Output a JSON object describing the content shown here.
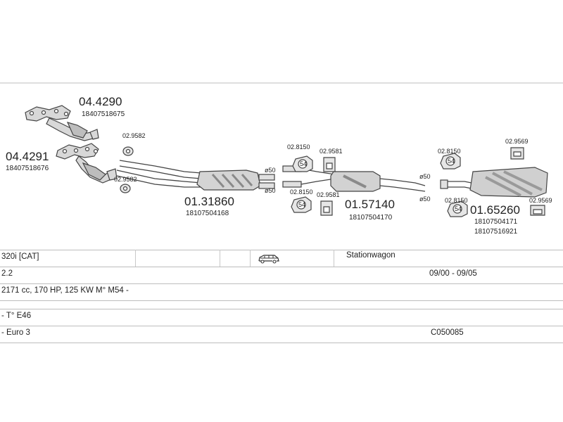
{
  "diagram": {
    "parts": [
      {
        "number": "04.4290",
        "oe": "18407518675"
      },
      {
        "number": "04.4291",
        "oe": "18407518676"
      },
      {
        "number": "01.31860",
        "oe": "18107504168"
      },
      {
        "number": "01.57140",
        "oe": "18107504170"
      },
      {
        "number": "01.65260",
        "oe": "18107504171",
        "oe2": "18107516921"
      }
    ],
    "fittings": [
      "02.9582",
      "02.9582",
      "02.8150",
      "02.9581",
      "02.8150",
      "02.9581",
      "02.8150",
      "02.9569",
      "02.8150",
      "02.9569"
    ],
    "diameters": [
      "ø50",
      "ø50",
      "ø50",
      "ø50"
    ],
    "clamp_mark": "54"
  },
  "vehicle": {
    "model": "320i  [CAT]",
    "body": "Stationwagon",
    "engine_capacity": "2.2",
    "production": "09/00 - 09/05",
    "spec": "2171 cc, 170 HP, 125 KW M° M54 -",
    "type": "- T° E46",
    "emission": "- Euro 3",
    "code": "C050085"
  },
  "icons": {
    "car": "station-wagon-icon"
  },
  "colors": {
    "line": "#bdbdbd",
    "part_fill": "#d6d6d6",
    "part_stroke": "#444444"
  }
}
